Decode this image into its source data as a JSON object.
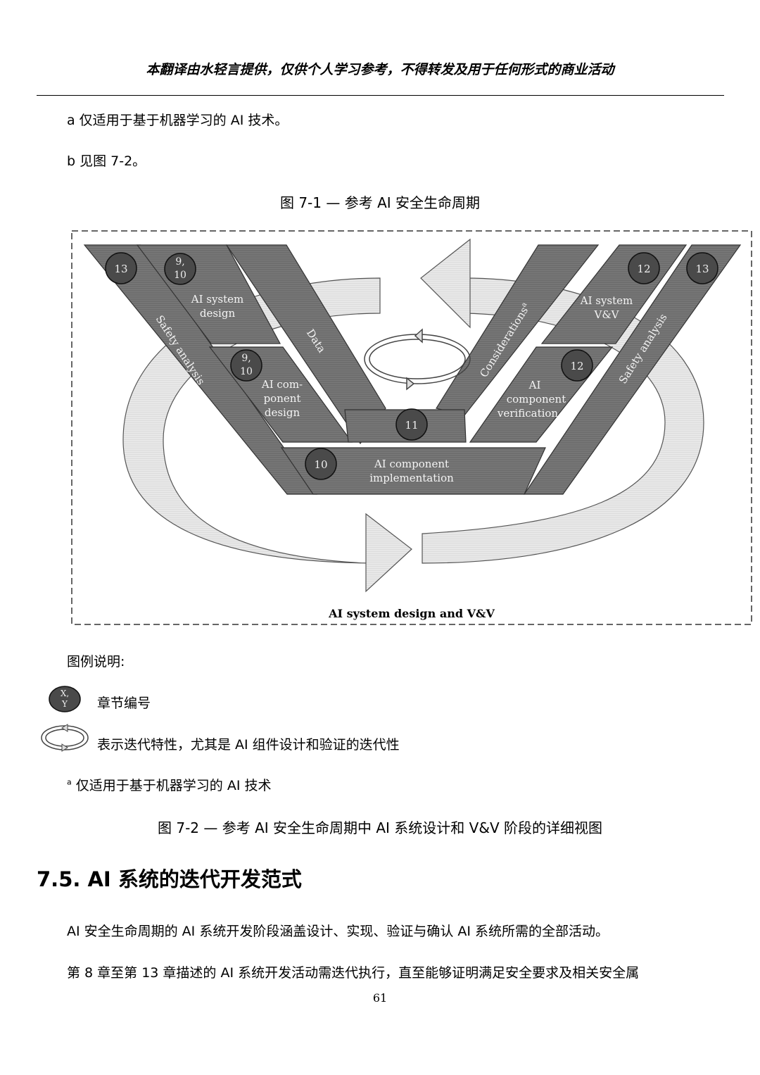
{
  "header": {
    "notice": "本翻译由水轻言提供，仅供个人学习参考，不得转发及用于任何形式的商业活动"
  },
  "notes_top": [
    "a 仅适用于基于机器学习的 AI 技术。",
    "b 见图 7-2。"
  ],
  "figure1_caption": "图 7-1 — 参考 AI 安全生命周期",
  "diagram": {
    "bottom_label": "AI system design and V&V",
    "left_safety": "Safety analysis",
    "right_safety": "Safety analysis",
    "system_design": [
      "AI system",
      "design"
    ],
    "data": "Data",
    "component_design": [
      "AI com-",
      "ponent",
      "design"
    ],
    "considerations": "Considerations",
    "considerations_sup": "a",
    "system_vv": [
      "AI system",
      "V&V"
    ],
    "component_verification": [
      "AI",
      "component",
      "verification"
    ],
    "implementation": [
      "AI component",
      "implementation"
    ],
    "badges": {
      "left_13": "13",
      "design_910": [
        "9,",
        "10"
      ],
      "compdesign_910": [
        "9,",
        "10"
      ],
      "center_11": "11",
      "impl_10": "10",
      "sysvv_12": "12",
      "compver_12": "12",
      "right_13": "13"
    }
  },
  "legend": {
    "title": "图例说明:",
    "badge_label": [
      "X,",
      "Y"
    ],
    "badge_text": "章节编号",
    "cycle_text": "表示迭代特性，尤其是 AI 组件设计和验证的迭代性",
    "footnote_sup": "a",
    "footnote_text": "仅适用于基于机器学习的 AI 技术"
  },
  "figure2_caption": "图 7-2 — 参考 AI 安全生命周期中 AI 系统设计和 V&V 阶段的详细视图",
  "section": {
    "heading": "7.5.  AI 系统的迭代开发范式",
    "paragraphs": [
      "AI 安全生命周期的 AI 系统开发阶段涵盖设计、实现、验证与确认 AI 系统所需的全部活动。",
      "第 8 章至第 13 章描述的 AI 系统开发活动需迭代执行，直至能够证明满足安全要求及相关安全属"
    ]
  },
  "page_number": "61",
  "colors": {
    "band_fill": "#6e6e6e",
    "arrow_fill": "#e6e6e6",
    "badge_fill": "#4a4a4a"
  }
}
